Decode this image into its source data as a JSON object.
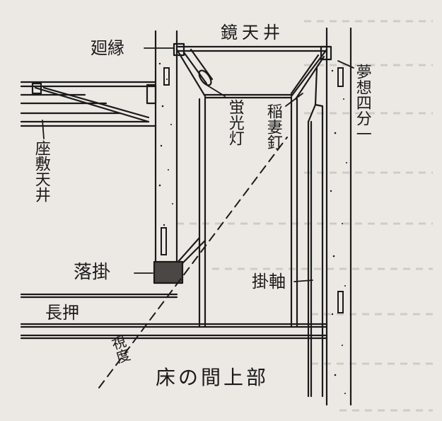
{
  "caption": "床の間上部",
  "labels": {
    "mawaribuchi": "廻縁",
    "kagami_tenjo": "鏡天井",
    "musou_shibun": "夢想四分一",
    "zashiki_tenjo": "座敷天井",
    "keikoutou": "蛍光灯",
    "inazuma_kugi": "稲妻釘",
    "otoshigake": "落掛",
    "kakejiku": "掛軸",
    "nageshi": "長押",
    "shido": "視度"
  },
  "colors": {
    "paper": "#ece9e4",
    "ink": "#1a1a1a",
    "faint_text": "#c9c5be"
  }
}
